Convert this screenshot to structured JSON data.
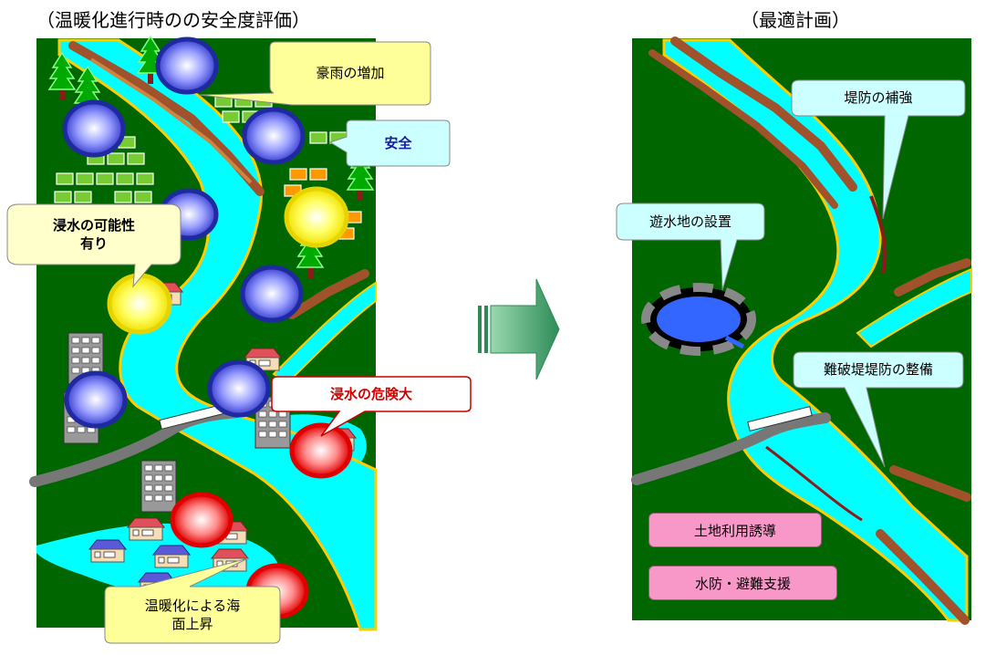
{
  "left_panel": {
    "title": "（温暖化進行時のの安全度評価）",
    "callouts": {
      "heavy_rain": "豪雨の増加",
      "safe": "安全",
      "flood_possible": "浸水の可能性\n有り",
      "flood_danger": "浸水の危険大",
      "sea_level": "温暖化による海\n面上昇"
    }
  },
  "right_panel": {
    "title": "（最適計画）",
    "callouts": {
      "levee_reinforcement": "堤防の補強",
      "retention_basin": "遊水地の設置",
      "breach_resistant_levee": "難破堤堤防の整備"
    },
    "measures": {
      "land_use": "土地利用誘導",
      "flood_fighting": "水防・避難支援"
    }
  },
  "colors": {
    "land": "#006600",
    "river": "#00ffff",
    "safe_marker": "#1f2aa0",
    "warn_marker": "#ffee00",
    "danger_marker": "#ee0000",
    "arrow": "#2e8b57",
    "callout_yellow": "#ffff99",
    "callout_cyan": "#ccffff",
    "measure_pink": "#f798c8"
  }
}
